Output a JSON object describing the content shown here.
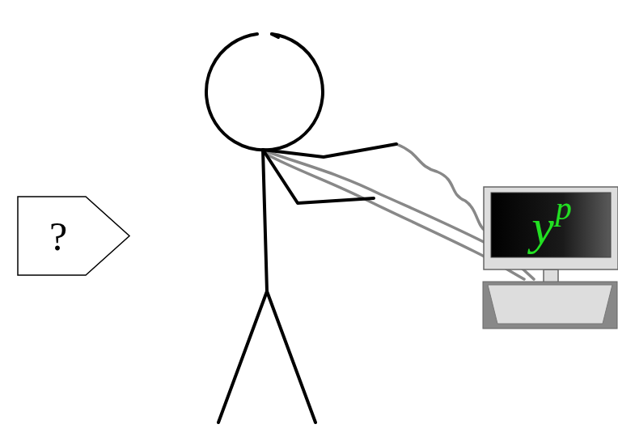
{
  "diagram": {
    "nodes": [
      {
        "text": [
          "?"
        ]
      },
      {
        "text": [
          "y",
          "p"
        ]
      }
    ]
  }
}
